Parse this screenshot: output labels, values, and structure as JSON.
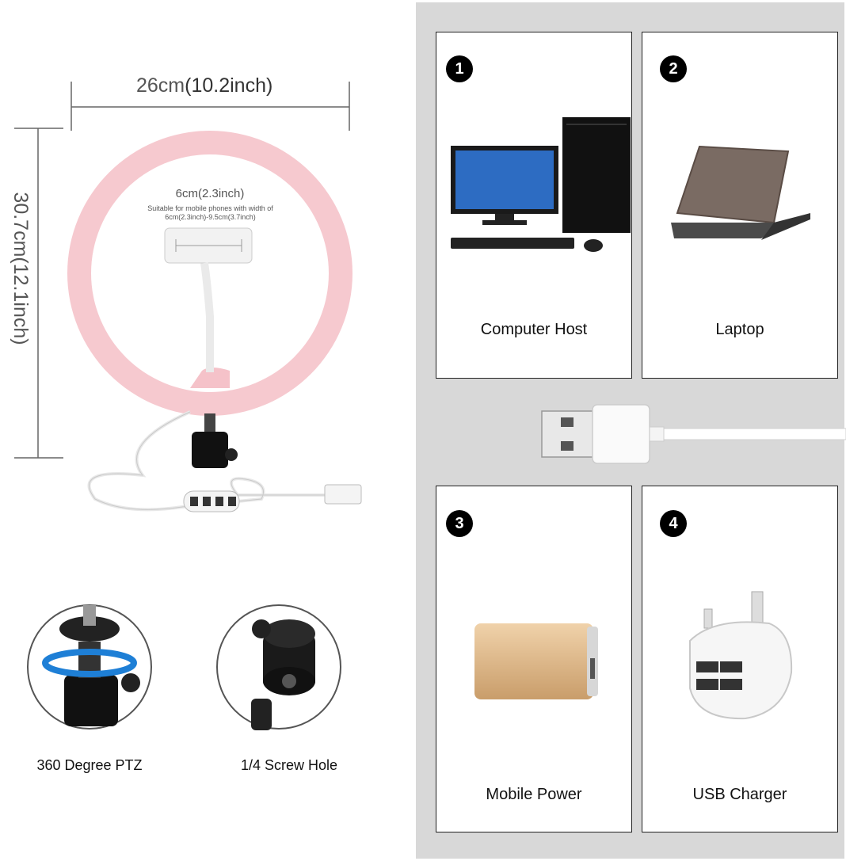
{
  "ring_light": {
    "width_cm": "26cm",
    "width_inch": "(10.2inch)",
    "height_label": "30.7cm(12.1inch)",
    "holder_width_cm": "6cm",
    "holder_width_inch": "(2.3inch)",
    "holder_note_line1": "Suitable for mobile phones with width of",
    "holder_note_line2": "6cm(2.3inch)-9.5cm(3.7inch)"
  },
  "details": [
    {
      "caption": "360 Degree PTZ"
    },
    {
      "caption": "1/4 Screw Hole"
    }
  ],
  "power_sources": [
    {
      "number": "1",
      "label": "Computer Host"
    },
    {
      "number": "2",
      "label": "Laptop"
    },
    {
      "number": "3",
      "label": "Mobile Power"
    },
    {
      "number": "4",
      "label": "USB Charger"
    }
  ],
  "colors": {
    "ring_pink": "#f6c9cf",
    "panel_gray": "#d8d8d8",
    "badge": "#000000"
  }
}
